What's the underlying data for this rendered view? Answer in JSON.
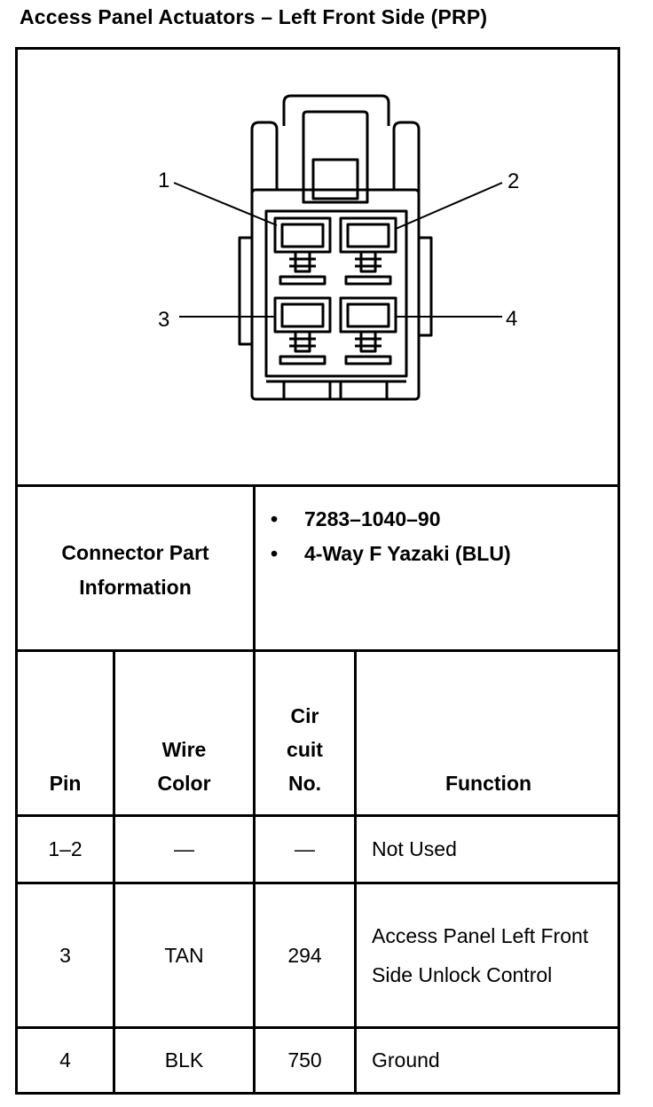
{
  "title": "Access Panel Actuators – Left Front Side (PRP)",
  "diagram": {
    "pin_callouts": [
      "1",
      "2",
      "3",
      "4"
    ]
  },
  "connector_info": {
    "label": "Connector Part Information",
    "items": [
      "7283–1040–90",
      "4-Way F Yazaki (BLU)"
    ]
  },
  "table": {
    "headers": {
      "pin": "Pin",
      "wire_color": "Wire Color",
      "circuit": "Cir cuit No.",
      "function": "Function"
    },
    "rows": [
      {
        "pin": "1–2",
        "wire_color": "—",
        "circuit": "—",
        "function": "Not Used"
      },
      {
        "pin": "3",
        "wire_color": "TAN",
        "circuit": "294",
        "function": "Access Panel Left Front Side Unlock Control"
      },
      {
        "pin": "4",
        "wire_color": "BLK",
        "circuit": "750",
        "function": "Ground"
      }
    ]
  }
}
